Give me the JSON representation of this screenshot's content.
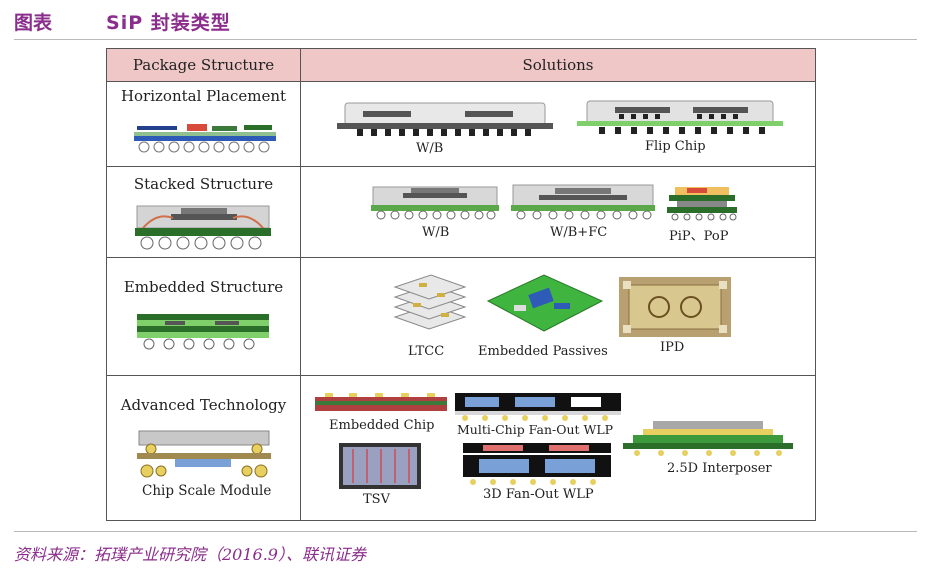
{
  "header": {
    "label": "图表",
    "title": "SiP 封装类型"
  },
  "table": {
    "col_headers": [
      "Package Structure",
      "Solutions"
    ],
    "rows": [
      {
        "label": "Horizontal Placement",
        "solutions": [
          "W/B",
          "Flip Chip"
        ]
      },
      {
        "label": "Stacked Structure",
        "solutions": [
          "W/B",
          "W/B+FC",
          "PiP、PoP"
        ]
      },
      {
        "label": "Embedded Structure",
        "solutions": [
          "LTCC",
          "Embedded Passives",
          "IPD"
        ]
      },
      {
        "label": "Advanced Technology",
        "sublabel": "Chip Scale Module",
        "solutions": [
          "Embedded Chip",
          "Multi-Chip Fan-Out WLP",
          "TSV",
          "3D Fan-Out WLP",
          "2.5D Interposer"
        ]
      }
    ]
  },
  "source": "资料来源：拓璞产业研究院（2016.9）、联讯证券",
  "colors": {
    "accent": "#8a2d8c",
    "header_fill": "#efc7c7"
  }
}
